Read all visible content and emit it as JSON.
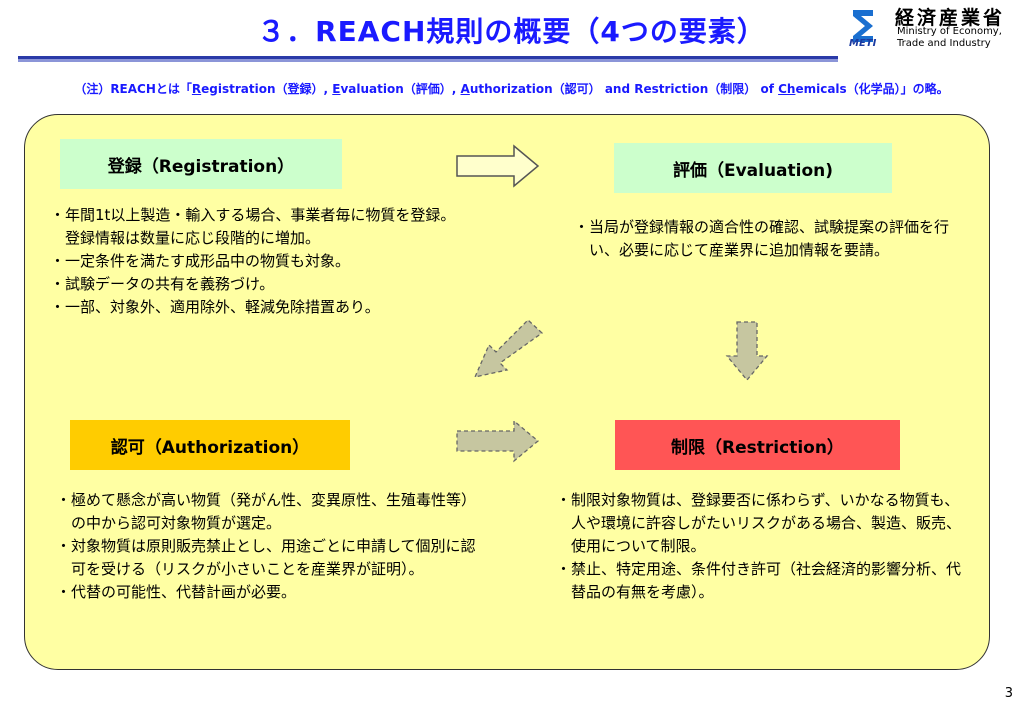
{
  "title": "３．REACH規則の概要（4つの要素）",
  "logo": {
    "jp": "経済産業省",
    "meti": "METI",
    "en_line1": "Ministry of Economy,",
    "en_line2": "Trade and Industry"
  },
  "note": {
    "p1": "（注）REACHとは「",
    "u_r": "R",
    "p2": "egistration（登録）, ",
    "u_e": "E",
    "p3": "valuation（評価）, ",
    "u_a": "A",
    "p4": "uthorization（認可） and Restriction（制限） of ",
    "u_ch": "Ch",
    "p5": "emicals（化学品）」の略。"
  },
  "registration": {
    "label": "登録（Registration）",
    "bullets": [
      "・年間1t以上製造・輸入する場合、事業者毎に物質を登録。登録情報は数量に応じ段階的に増加。",
      "・一定条件を満たす成形品中の物質も対象。",
      "・試験データの共有を義務づけ。",
      "・一部、対象外、適用除外、軽減免除措置あり。"
    ]
  },
  "evaluation": {
    "label": "評価（Evaluation)",
    "bullets": [
      "・当局が登録情報の適合性の確認、試験提案の評価を行い、必要に応じて産業界に追加情報を要請。"
    ]
  },
  "authorization": {
    "label": "認可（Authorization）",
    "bullets": [
      "・極めて懸念が高い物質（発がん性、変異原性、生殖毒性等）の中から認可対象物質が選定。",
      "・対象物質は原則販売禁止とし、用途ごとに申請して個別に認可を受ける（リスクが小さいことを産業界が証明）。",
      "・代替の可能性、代替計画が必要。"
    ]
  },
  "restriction": {
    "label": "制限（Restriction）",
    "bullets": [
      "・制限対象物質は、登録要否に係わらず、いかなる物質も、人や環境に許容しがたいリスクがある場合、製造、販売、使用について制限。",
      "・禁止、特定用途、条件付き許可（社会経済的影響分析、代替品の有無を考慮）。"
    ]
  },
  "page_number": "3",
  "colors": {
    "title": "#1a1aff",
    "panel": "#ffffa3",
    "registration_box": "#ccffcc",
    "evaluation_box": "#ccffcc",
    "authorization_box": "#ffcc00",
    "restriction_box": "#ff5555",
    "arrow_solid": "#ffffcc",
    "arrow_dashed": "#c6c6a0"
  }
}
